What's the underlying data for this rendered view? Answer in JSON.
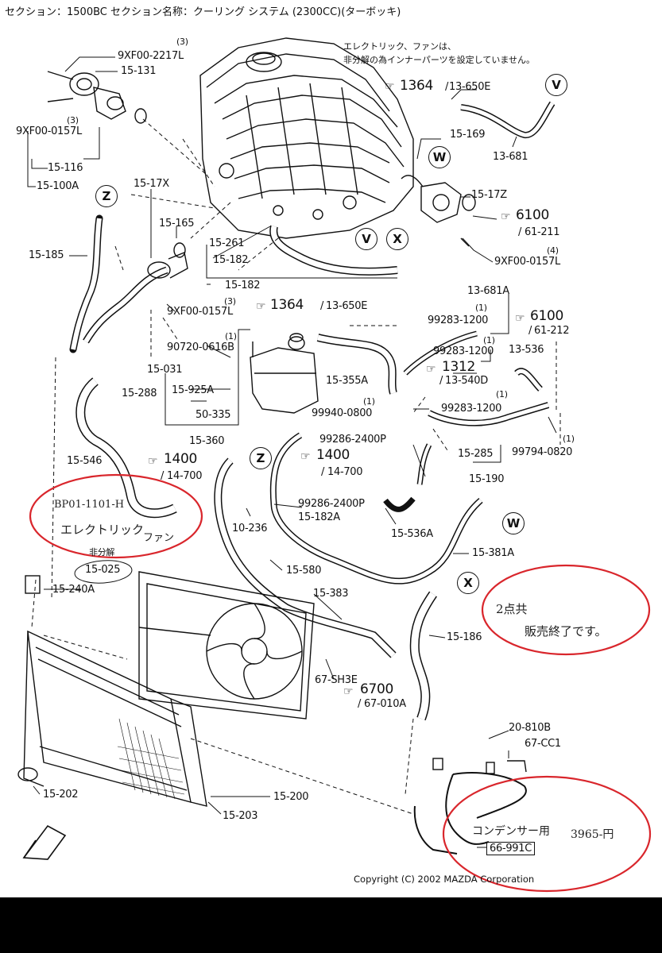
{
  "header": {
    "section_label": "セクション：1500BC セクション名称：クーリング システム (2300CC)(ターボッキ)"
  },
  "note": {
    "line1": "エレクトリック、ファンは、",
    "line2": "非分解の為インナーパーツを設定していません。"
  },
  "copyright": "Copyright (C) 2002 MAZDA Corporation",
  "colors": {
    "line": "#111111",
    "handwriting_red": "#d9262c",
    "background": "#ffffff",
    "frame": "#000000"
  },
  "icons": [
    "pointing-hand-icon",
    "fwd-arrow-icon"
  ],
  "circled_markers": {
    "v1": "V",
    "w1": "W",
    "z1": "Z",
    "v2": "V",
    "x1": "X",
    "z2": "Z",
    "w2": "W",
    "x2": "X"
  },
  "labels": {
    "p01": "(3)",
    "p02": "9XF00-2217L",
    "p03": "15-131",
    "p04": "(3)",
    "p05": "9XF00-0157L",
    "p06": "15-116",
    "p07": "15-100A",
    "p08": "1364",
    "p09": "13-650E",
    "p10": "13-681",
    "p11": "15-169",
    "p12": "15-17Z",
    "p13": "6100",
    "p14": "61-211",
    "p15": "(4)",
    "p16": "9XF00-0157L",
    "p17": "15-17X",
    "p18": "15-165",
    "p19": "15-185",
    "p20": "15-261",
    "p21": "15-182",
    "p22": "15-182",
    "p23": "(3)",
    "p24": "9XF00-0157L",
    "p25": "1364",
    "p26": "13-650E",
    "p27": "13-681A",
    "p28": "(1)",
    "p29": "99283-1200",
    "p30": "6100",
    "p31": "61-212",
    "p32": "(1)",
    "p33": "90720-0616B",
    "p34": "(1)",
    "p35": "99283-1200",
    "p36": "13-536",
    "p37": "15-031",
    "p38": "1312",
    "p39": "13-540D",
    "p40": "15-355A",
    "p41": "15-925A",
    "p42": "15-288",
    "p43": "(1)",
    "p44": "99283-1200",
    "p45": "(1)",
    "p46": "99940-0800",
    "p47": "50-335",
    "p48": "(1)",
    "p49": "99794-0820",
    "p50": "15-360",
    "p51": "99286-2400P",
    "p52": "15-285",
    "p53": "15-546",
    "p54": "1400",
    "p55": "14-700",
    "p56": "1400",
    "p57": "14-700",
    "p58": "15-190",
    "p59": "99286-2400P",
    "p60": "15-182A",
    "p61": "10-236",
    "p62": "15-536A",
    "p63": "15-381A",
    "p64": "非分解",
    "p65": "15-025",
    "p66": "15-580",
    "p67": "15-240A",
    "p68": "15-383",
    "p69": "15-186",
    "p70": "67-SH3E",
    "p71": "6700",
    "p72": "67-010A",
    "p73": "20-810B",
    "p74": "67-CC1",
    "p75": "15-202",
    "p76": "15-200",
    "p77": "15-203",
    "p78": "66-991C"
  },
  "handwritten": {
    "h1": "BP01-1101-H",
    "h2": "エレクトリック",
    "h3": "ファン",
    "h4": "2点共",
    "h5": "販売終了です。",
    "h6": "コンデンサー用",
    "h7": "3965-円"
  }
}
